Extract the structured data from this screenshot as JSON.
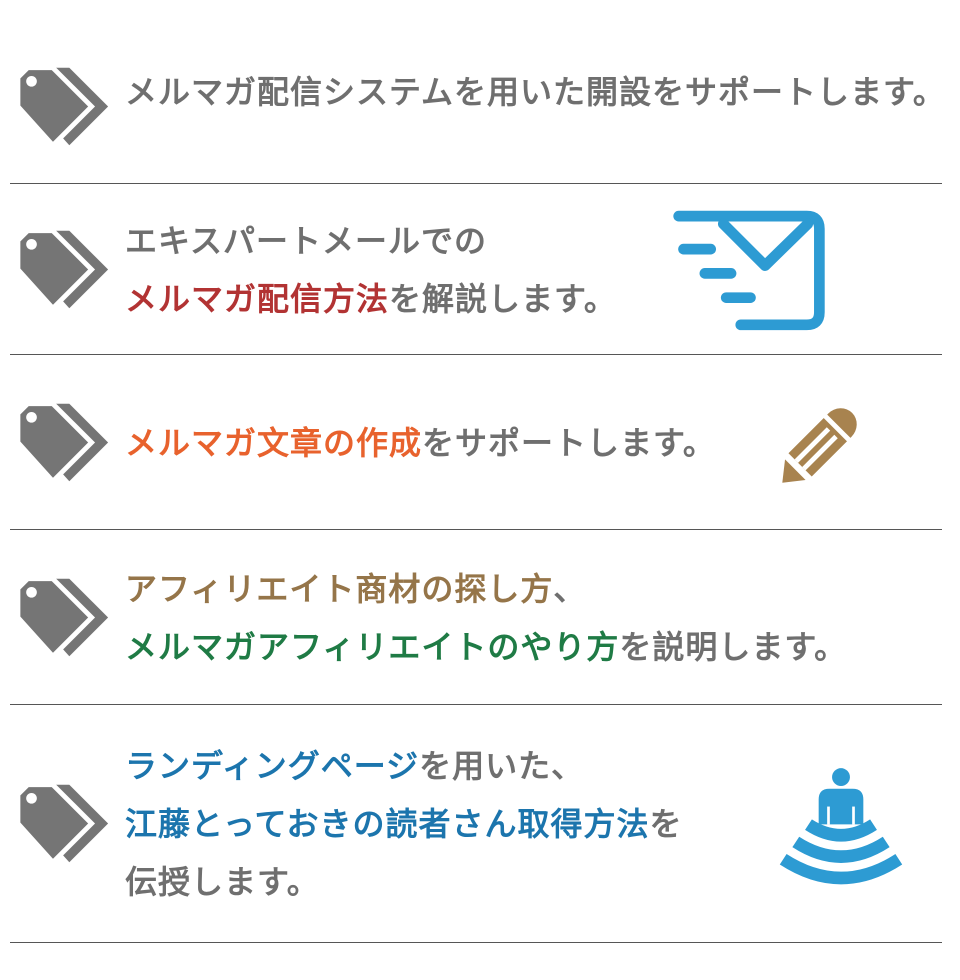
{
  "palette": {
    "background": "#FFFFFF",
    "gray_text": "#6F6F6F",
    "red_accent": "#B23333",
    "orange_accent": "#E8622D",
    "brown_accent": "#957549",
    "green_accent": "#1F7B45",
    "blue_accent": "#1C75AD",
    "icon_blue": "#2D9BD3",
    "pencil_brown": "#A8834F",
    "tag_gray": "#757575",
    "divider": "#565656"
  },
  "rows": [
    {
      "left_icon": "tag-icon",
      "right_icon": null,
      "lines": [
        {
          "segments": [
            {
              "text": "メルマガ配信システムを用いた開設をサポートします。",
              "color": "gray"
            }
          ]
        }
      ]
    },
    {
      "left_icon": "tag-icon",
      "right_icon": "speeding-email-icon",
      "lines": [
        {
          "segments": [
            {
              "text": "エキスパートメールでの",
              "color": "gray"
            }
          ]
        },
        {
          "segments": [
            {
              "text": "メルマガ配信方法",
              "color": "red"
            },
            {
              "text": "を解説します。",
              "color": "gray"
            }
          ]
        }
      ]
    },
    {
      "left_icon": "tag-icon",
      "right_icon": "pencil-icon",
      "lines": [
        {
          "segments": [
            {
              "text": "メルマガ文章の作成",
              "color": "orange"
            },
            {
              "text": "をサポートします。",
              "color": "gray"
            }
          ]
        }
      ]
    },
    {
      "left_icon": "tag-icon",
      "right_icon": null,
      "lines": [
        {
          "segments": [
            {
              "text": "アフィリエイト商材の探し方",
              "color": "brown"
            },
            {
              "text": "、",
              "color": "gray"
            }
          ]
        },
        {
          "segments": [
            {
              "text": "メルマガアフィリエイトのやり方",
              "color": "green"
            },
            {
              "text": "を説明します。",
              "color": "gray"
            }
          ]
        }
      ]
    },
    {
      "left_icon": "tag-icon",
      "right_icon": "person-broadcast-icon",
      "lines": [
        {
          "segments": [
            {
              "text": "ランディングページ",
              "color": "blue"
            },
            {
              "text": "を用いた、",
              "color": "gray"
            }
          ]
        },
        {
          "segments": [
            {
              "text": "江藤とっておきの読者さん取得方法",
              "color": "blue"
            },
            {
              "text": "を",
              "color": "gray"
            }
          ]
        },
        {
          "segments": [
            {
              "text": "伝授します。",
              "color": "gray"
            }
          ]
        }
      ]
    }
  ]
}
